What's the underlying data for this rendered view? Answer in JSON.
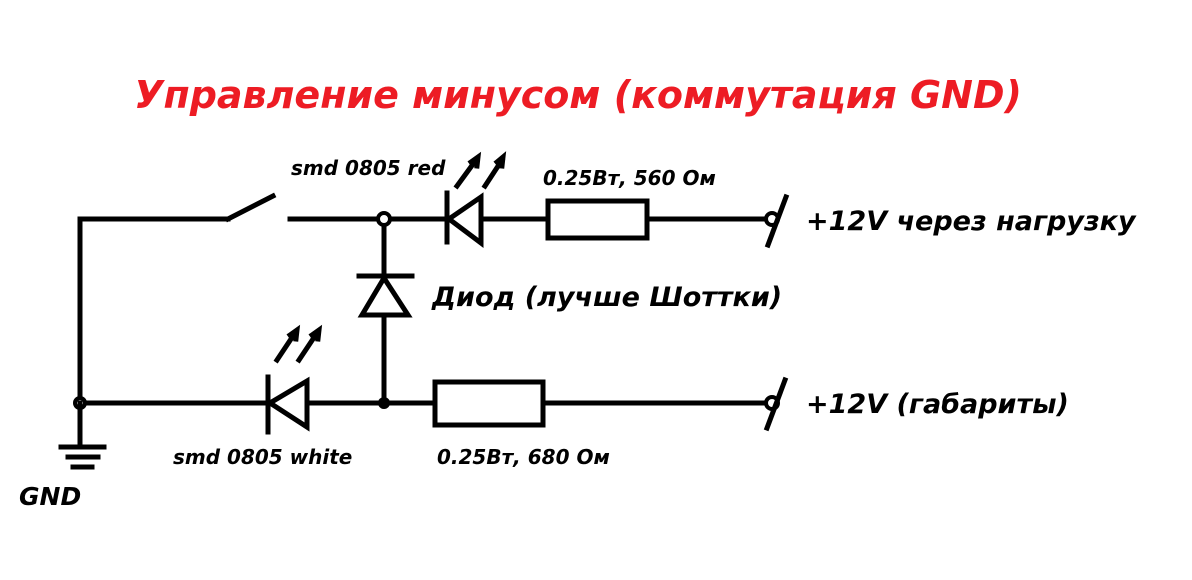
{
  "title": "Управление минусом (коммутация GND)",
  "colors": {
    "title": "#ed1c24",
    "wire": "#000000",
    "background": "#ffffff"
  },
  "labels": {
    "led_top": "smd 0805 red",
    "resistor_top": "0.25Вт, 560 Ом",
    "terminal_top": "+12V через нагрузку",
    "diode": "Диод (лучше Шоттки)",
    "terminal_bottom": "+12V (габариты)",
    "led_bottom": "smd 0805 white",
    "resistor_bottom": "0.25Вт, 680 Ом",
    "ground": "GND"
  }
}
